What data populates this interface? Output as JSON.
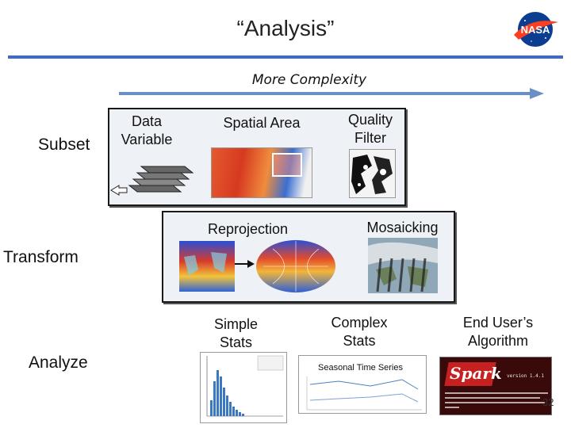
{
  "slide": {
    "title": "“Analysis”",
    "subtitle": "More Complexity",
    "page_number": "32",
    "accent_color": "#3f6bc4",
    "arrow_color": "#6a8fc7"
  },
  "rows": {
    "subset": "Subset",
    "transform": "Transform",
    "analyze": "Analyze"
  },
  "subset_items": {
    "data_variable": "Data\nVariable",
    "spatial_area": "Spatial Area",
    "quality_filter": "Quality\nFilter"
  },
  "transform_items": {
    "reprojection": "Reprojection",
    "mosaicking": "Mosaicking"
  },
  "analyze_items": {
    "simple_stats": "Simple\nStats",
    "complex_stats": "Complex\nStats",
    "end_user_algorithm": "End User’s\nAlgorithm",
    "seasonal_chart_title": "Seasonal Time Series",
    "spark_logo_text": "Spark",
    "spark_version": "version 1.4.1"
  },
  "logo": {
    "text": "NASA"
  }
}
